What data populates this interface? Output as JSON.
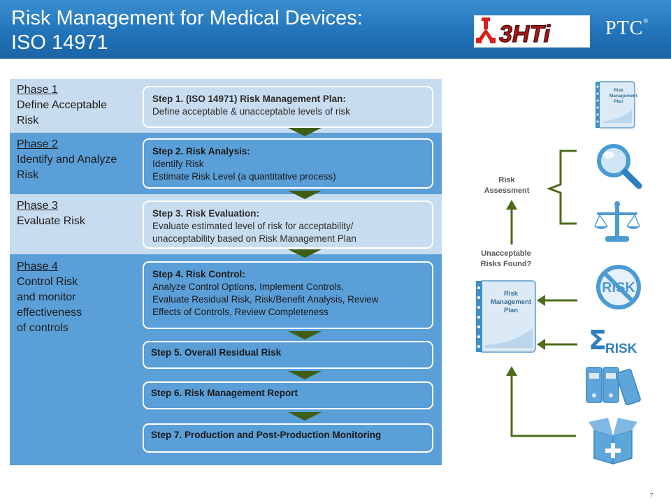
{
  "header": {
    "title_line1": "Risk Management for Medical Devices:",
    "title_line2": "ISO 14971",
    "logo_left": "3HTi",
    "logo_right": "PTC",
    "logo_right_mark": "®"
  },
  "phases": [
    {
      "title": "Phase 1",
      "lines": [
        "Define Acceptable",
        "Risk"
      ]
    },
    {
      "title": "Phase 2",
      "lines": [
        "Identify and Analyze",
        "Risk"
      ]
    },
    {
      "title": "Phase 3",
      "lines": [
        "Evaluate Risk"
      ]
    },
    {
      "title": "Phase 4",
      "lines": [
        "Control Risk",
        "and monitor",
        "effectiveness",
        "of controls"
      ]
    }
  ],
  "steps": [
    {
      "title": "Step 1. (ISO 14971) Risk Management Plan:",
      "lines": [
        "Define acceptable & unacceptable levels of risk"
      ]
    },
    {
      "title": "Step 2. Risk Analysis:",
      "lines": [
        "Identify Risk",
        "Estimate Risk Level (a quantitative process)"
      ]
    },
    {
      "title": "Step 3. Risk Evaluation:",
      "lines": [
        "Evaluate estimated level of risk for acceptability/",
        "unacceptability based on Risk Management Plan"
      ]
    },
    {
      "title": "Step 4. Risk Control:",
      "lines": [
        "Analyze Control Options, Implement Controls,",
        "Evaluate Residual Risk, Risk/Benefit Analysis, Review",
        "Effects of Controls, Review Completeness"
      ]
    },
    {
      "title": "Step 5. Overall Residual Risk",
      "lines": []
    },
    {
      "title": "Step 6. Risk Management Report",
      "lines": []
    },
    {
      "title": "Step 7. Production and Post-Production Monitoring",
      "lines": []
    }
  ],
  "right": {
    "risk_assessment": [
      "Risk",
      "Assessment"
    ],
    "unacceptable": [
      "Unacceptable",
      "Risks Found?"
    ],
    "plan_doc_small": [
      "Risk",
      "Management",
      "Plan"
    ],
    "plan_doc_large": [
      "Risk",
      "Management",
      "Plan"
    ],
    "no_risk_text": "RISK",
    "sum_risk_symbol": "Σ",
    "sum_risk_text": "RISK"
  },
  "colors": {
    "header_blue": "#2274b9",
    "band_light": "#c8dcef",
    "band_dark": "#5b9fd8",
    "arrow_green": "#3d5e13",
    "connector_green": "#4e6b1a"
  },
  "footer": {
    "page_number": "7"
  }
}
